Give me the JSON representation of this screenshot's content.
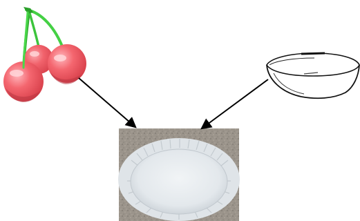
{
  "diagram": {
    "nodes": [
      {
        "id": "cherries",
        "icon": "cherries-icon"
      },
      {
        "id": "bowl",
        "icon": "bowl-sketch-icon"
      },
      {
        "id": "tart-dish",
        "icon": "tart-dish-photo-icon"
      }
    ],
    "edges": [
      {
        "from": "cherries",
        "to": "tart-dish"
      },
      {
        "from": "bowl",
        "to": "tart-dish"
      }
    ]
  },
  "colors": {
    "background": "#ffffff",
    "cherry_red": "#f0606a",
    "cherry_highlight": "#ffc4c8",
    "cherry_shadow": "#b8323c",
    "stem_green": "#40d040",
    "stem_dark": "#1f8a1f",
    "bowl_line": "#111111",
    "arrow": "#000000",
    "countertop": "#9a938a",
    "dish_white": "#eef1f3",
    "dish_shadow": "#c9ced3"
  }
}
